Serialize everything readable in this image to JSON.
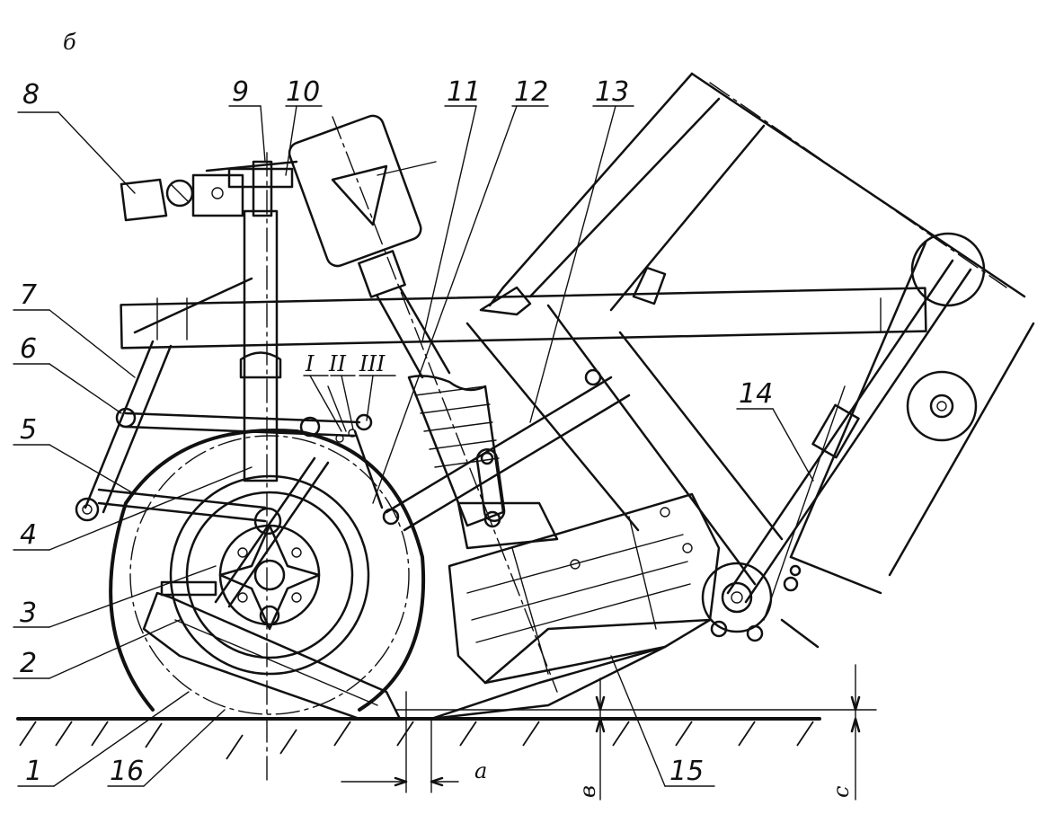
{
  "view_label": "б",
  "callouts": [
    {
      "id": "1",
      "text": "1"
    },
    {
      "id": "2",
      "text": "2"
    },
    {
      "id": "3",
      "text": "3"
    },
    {
      "id": "4",
      "text": "4"
    },
    {
      "id": "5",
      "text": "5"
    },
    {
      "id": "6",
      "text": "6"
    },
    {
      "id": "7",
      "text": "7"
    },
    {
      "id": "8",
      "text": "8"
    },
    {
      "id": "9",
      "text": "9"
    },
    {
      "id": "10",
      "text": "10"
    },
    {
      "id": "11",
      "text": "11"
    },
    {
      "id": "12",
      "text": "12"
    },
    {
      "id": "13",
      "text": "13"
    },
    {
      "id": "14",
      "text": "14"
    },
    {
      "id": "15",
      "text": "15"
    },
    {
      "id": "16",
      "text": "16"
    }
  ],
  "positions": {
    "p1": "I",
    "p2": "II",
    "p3": "III"
  },
  "dimensions": {
    "a": "a",
    "v": "в",
    "c": "c"
  }
}
